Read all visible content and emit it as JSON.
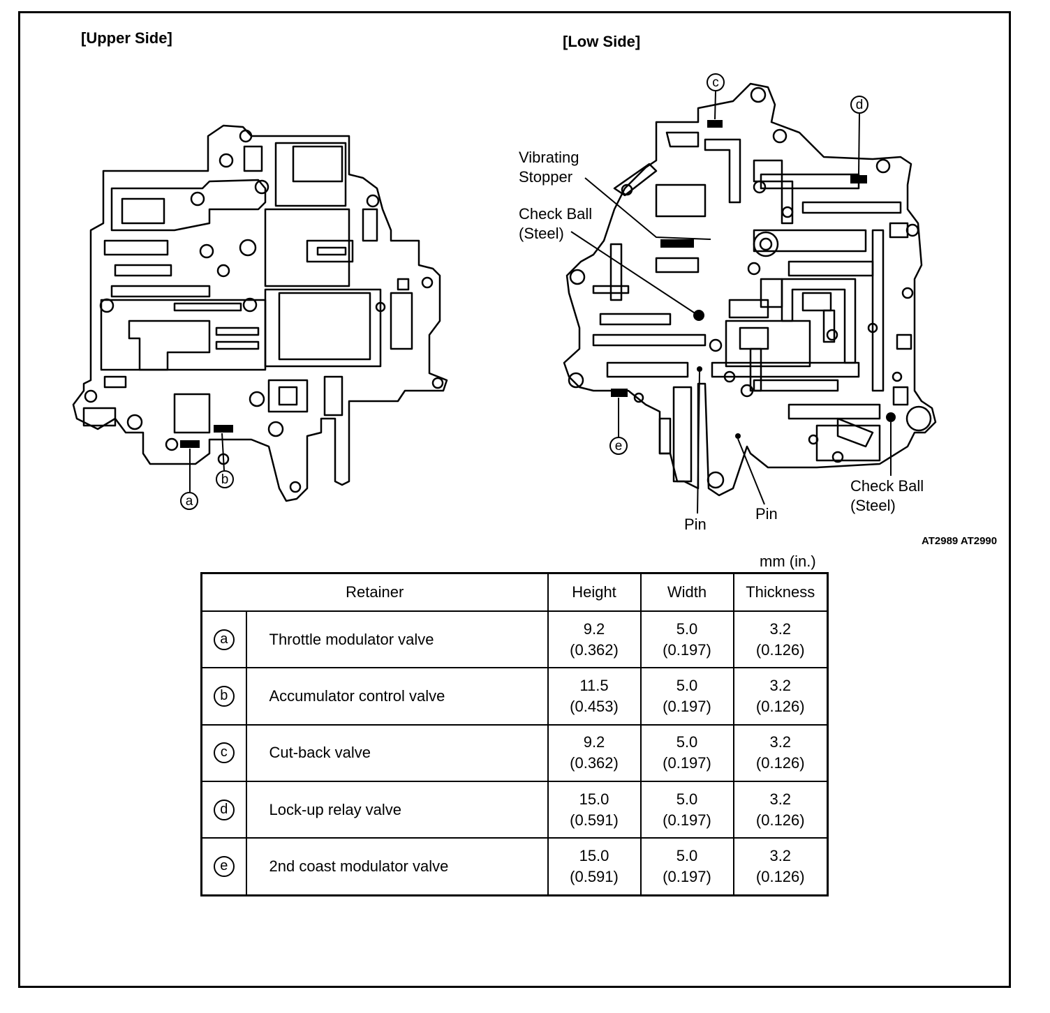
{
  "sections": {
    "upper": "[Upper Side]",
    "low": "[Low Side]"
  },
  "callouts": {
    "vibrating_stopper": [
      "Vibrating",
      "Stopper"
    ],
    "check_ball_steel_left": [
      "Check Ball",
      "(Steel)"
    ],
    "check_ball_steel_right": [
      "Check Ball",
      "(Steel)"
    ],
    "pin_left": "Pin",
    "pin_right": "Pin"
  },
  "markers": {
    "a": "a",
    "b": "b",
    "c": "c",
    "d": "d",
    "e": "e"
  },
  "figure_code": "AT2989 AT2990",
  "unit": "mm (in.)",
  "table": {
    "headers": [
      "Retainer",
      "Height",
      "Width",
      "Thickness"
    ],
    "rows": [
      {
        "letter": "a",
        "name": "Throttle modulator valve",
        "height": [
          "9.2",
          "(0.362)"
        ],
        "width": [
          "5.0",
          "(0.197)"
        ],
        "thickness": [
          "3.2",
          "(0.126)"
        ]
      },
      {
        "letter": "b",
        "name": "Accumulator control valve",
        "height": [
          "11.5",
          "(0.453)"
        ],
        "width": [
          "5.0",
          "(0.197)"
        ],
        "thickness": [
          "3.2",
          "(0.126)"
        ]
      },
      {
        "letter": "c",
        "name": "Cut-back valve",
        "height": [
          "9.2",
          "(0.362)"
        ],
        "width": [
          "5.0",
          "(0.197)"
        ],
        "thickness": [
          "3.2",
          "(0.126)"
        ]
      },
      {
        "letter": "d",
        "name": "Lock-up relay valve",
        "height": [
          "15.0",
          "(0.591)"
        ],
        "width": [
          "5.0",
          "(0.197)"
        ],
        "thickness": [
          "3.2",
          "(0.126)"
        ]
      },
      {
        "letter": "e",
        "name": "2nd coast modulator valve",
        "height": [
          "15.0",
          "(0.591)"
        ],
        "width": [
          "5.0",
          "(0.197)"
        ],
        "thickness": [
          "3.2",
          "(0.126)"
        ]
      }
    ]
  }
}
